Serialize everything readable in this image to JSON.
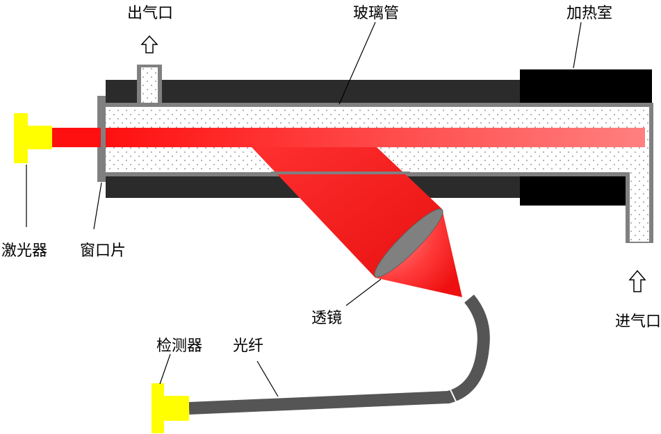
{
  "labels": {
    "gas_outlet": "出气口",
    "glass_tube": "玻璃管",
    "heating_chamber": "加热室",
    "laser": "激光器",
    "window": "窗口片",
    "lens": "透镜",
    "gas_inlet": "进气口",
    "detector": "检测器",
    "fiber": "光纤"
  },
  "colors": {
    "housing": "#2b2b2b",
    "heater": "#000000",
    "tube_wall": "#808080",
    "gas_fill": "#ffffff",
    "gas_dots": "#555555",
    "laser_body": "#ffff00",
    "laser_beam": "#ff1a1a",
    "lens": "#808080",
    "fiber": "#555555",
    "detector_body": "#ffff00"
  }
}
